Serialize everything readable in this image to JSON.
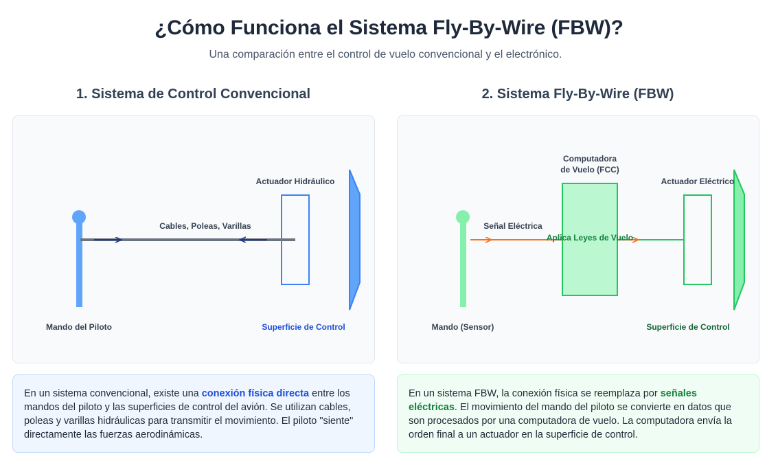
{
  "header": {
    "title": "¿Cómo Funciona el Sistema Fly-By-Wire (FBW)?",
    "subtitle": "Una comparación entre el control de vuelo convencional y el electrónico."
  },
  "conventional": {
    "title": "1. Sistema de Control Convencional",
    "labels": {
      "actuator": "Actuador Hidráulico",
      "cables": "Cables, Poleas, Varillas",
      "stick": "Mando del Piloto",
      "surface": "Superficie de Control"
    },
    "description": {
      "part1": "En un sistema convencional, existe una ",
      "highlight": "conexión física directa",
      "part2": " entre los mandos del piloto y las superficies de control del avión. Se utilizan cables, poleas y varillas hidráulicas para transmitir el movimiento. El piloto \"siente\" directamente las fuerzas aerodinámicas."
    }
  },
  "fbw": {
    "title": "2. Sistema Fly-By-Wire (FBW)",
    "labels": {
      "computer_line1": "Computadora",
      "computer_line2": "de Vuelo (FCC)",
      "actuator": "Actuador Eléctrico",
      "signal": "Señal Eléctrica",
      "laws": "Aplica Leyes de Vuelo",
      "stick": "Mando (Sensor)",
      "surface": "Superficie de Control"
    },
    "description": {
      "part1": "En un sistema FBW, la conexión física se reemplaza por ",
      "highlight": "señales eléctricas",
      "part2": ". El movimiento del mando del piloto se convierte en datos que son procesados por una computadora de vuelo. La computadora envía la orden final a un actuador en la superficie de control."
    }
  },
  "colors": {
    "blue_stick": "#60a5fa",
    "blue_border": "#3b82f6",
    "cable_gray": "#6b7280",
    "arrow_navy": "#1e3a8a",
    "green": "#22c55e",
    "green_light": "#86efac",
    "green_dark": "#166534",
    "orange": "#f97316"
  }
}
